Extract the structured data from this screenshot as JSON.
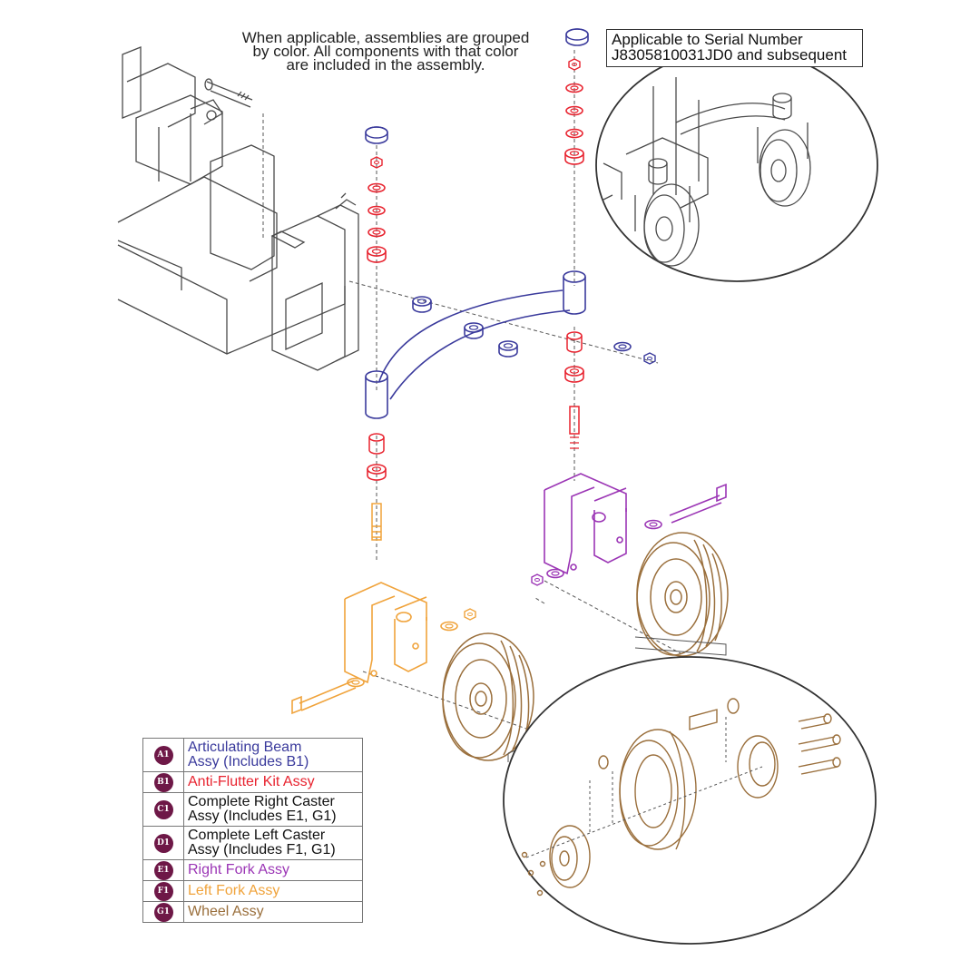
{
  "note": {
    "line1": "When applicable, assemblies are grouped",
    "line2": "by color. All components with that color",
    "line3": "are included in the assembly."
  },
  "serial_box": {
    "line1": "Applicable to Serial Number",
    "line2": "J8305810031JD0 and subsequent"
  },
  "colors": {
    "articulating_beam": "#3a3a9c",
    "anti_flutter": "#e8232f",
    "right_fork": "#9b35b5",
    "left_fork": "#f0a33b",
    "wheel": "#9a6f3c",
    "frame": "#4a4a4a",
    "badge": "#6e1847"
  },
  "legend": [
    {
      "badge": "A1",
      "lines": [
        "Articulating Beam",
        "Assy (Includes B1)"
      ],
      "color": "#3a3a9c"
    },
    {
      "badge": "B1",
      "lines": [
        "Anti-Flutter Kit Assy"
      ],
      "color": "#e8232f"
    },
    {
      "badge": "C1",
      "lines": [
        "Complete Right Caster",
        "Assy (Includes E1, G1)"
      ],
      "color": "#111111"
    },
    {
      "badge": "D1",
      "lines": [
        "Complete Left Caster",
        "Assy (Includes F1, G1)"
      ],
      "color": "#111111"
    },
    {
      "badge": "E1",
      "lines": [
        "Right Fork Assy"
      ],
      "color": "#9b35b5"
    },
    {
      "badge": "F1",
      "lines": [
        "Left Fork Assy"
      ],
      "color": "#f0a33b"
    },
    {
      "badge": "G1",
      "lines": [
        "Wheel Assy"
      ],
      "color": "#9a6f3c"
    }
  ]
}
